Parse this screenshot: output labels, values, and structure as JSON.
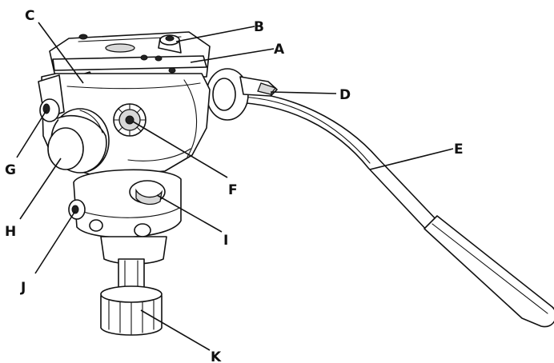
{
  "labels": {
    "A": "A",
    "B": "B",
    "C": "C",
    "D": "D",
    "E": "E",
    "F": "F",
    "G": "G",
    "H": "H",
    "I": "I",
    "J": "J",
    "K": "K"
  },
  "colors": {
    "ink": "#111111",
    "background": "#ffffff"
  }
}
